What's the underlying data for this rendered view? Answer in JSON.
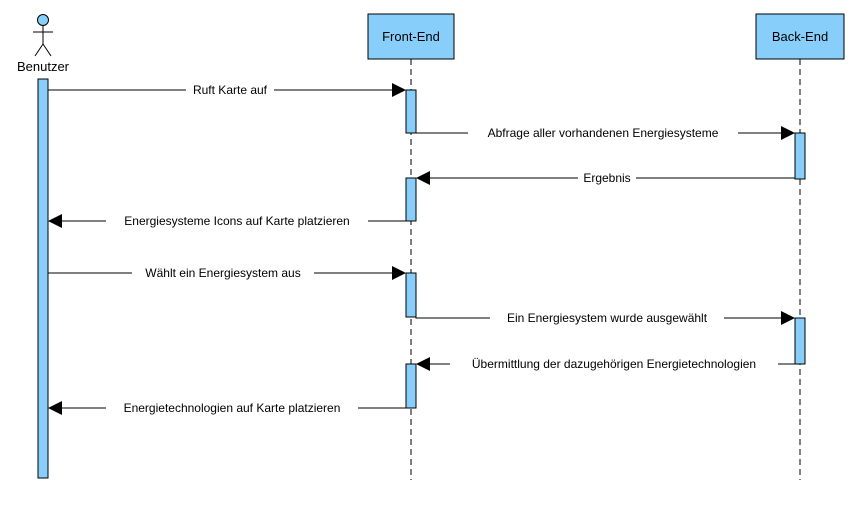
{
  "diagram": {
    "type": "sequence",
    "participants": [
      {
        "id": "benutzer",
        "label": "Benutzer",
        "kind": "actor"
      },
      {
        "id": "frontend",
        "label": "Front-End",
        "kind": "box"
      },
      {
        "id": "backend",
        "label": "Back-End",
        "kind": "box"
      }
    ],
    "messages": [
      {
        "from": "benutzer",
        "to": "frontend",
        "label": "Ruft Karte auf"
      },
      {
        "from": "frontend",
        "to": "backend",
        "label": "Abfrage aller vorhandenen Energiesysteme"
      },
      {
        "from": "backend",
        "to": "frontend",
        "label": "Ergebnis"
      },
      {
        "from": "frontend",
        "to": "benutzer",
        "label": "Energiesysteme Icons auf Karte platzieren"
      },
      {
        "from": "benutzer",
        "to": "frontend",
        "label": "Wählt ein Energiesystem aus"
      },
      {
        "from": "frontend",
        "to": "backend",
        "label": "Ein Energiesystem wurde ausgewählt"
      },
      {
        "from": "backend",
        "to": "frontend",
        "label": "Übermittlung der dazugehörigen Energietechnologien"
      },
      {
        "from": "frontend",
        "to": "benutzer",
        "label": "Energietechnologien auf Karte platzieren"
      }
    ],
    "colors": {
      "box_fill": "#87CEFA",
      "activation_fill": "#87CEFA",
      "line": "#000000",
      "text_background": "#ffffff"
    }
  }
}
